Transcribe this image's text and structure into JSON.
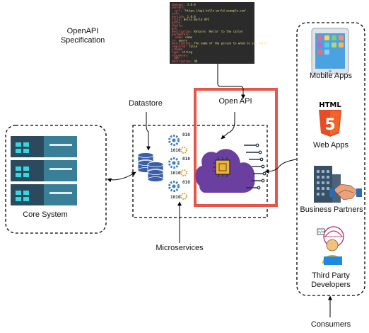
{
  "labels": {
    "openapi_spec_line1": "OpenAPI",
    "openapi_spec_line2": "Specification",
    "open_api": "Open API",
    "datastore": "Datastore",
    "core_system": "Core System",
    "microservices": "Microservices",
    "mobile_apps": "Mobile Apps",
    "web_apps": "Web Apps",
    "business_partners": "Business Partners",
    "third_party_line1": "Third Party",
    "third_party_line2": "Developers",
    "consumers": "Consumers",
    "html_badge": "HTML",
    "html_version": "5",
    "binary_text": "010",
    "binary_text2": "1010"
  },
  "code_snippet": [
    "openapi: 3.0.0",
    "servers:",
    "  - url: 'https://api.hello-world.example.com'",
    "info:",
    "  version: 1.0.0",
    "  title: Hello World API",
    "paths:",
    "  /hello:",
    "    get:",
    "      description: Returns 'Hello' to the caller",
    "      parameters:",
    "        - name: name",
    "          in: query",
    "          description: The name of the person to whom to say hello",
    "          required: false",
    "          schema:",
    "            type: string",
    "      responses:",
    "        '200':",
    "          description: OK"
  ],
  "colors": {
    "highlight_box": "#e8544a",
    "server_dark": "#2c4a5e",
    "server_light": "#3a7f98",
    "cloud": "#6b3fa0",
    "chip": "#f2b233",
    "html_orange": "#e44d26",
    "gear_blue": "#3a7dc4",
    "gear_amber": "#d6a02a",
    "code_bg": "#2b2b2b"
  },
  "icons": [
    "server-rack-icon",
    "database-icon",
    "gear-icon",
    "cloud-chip-icon",
    "tablet-icon",
    "html5-icon",
    "office-building-icon",
    "handshake-icon",
    "developer-icon",
    "code-snippet-icon"
  ]
}
